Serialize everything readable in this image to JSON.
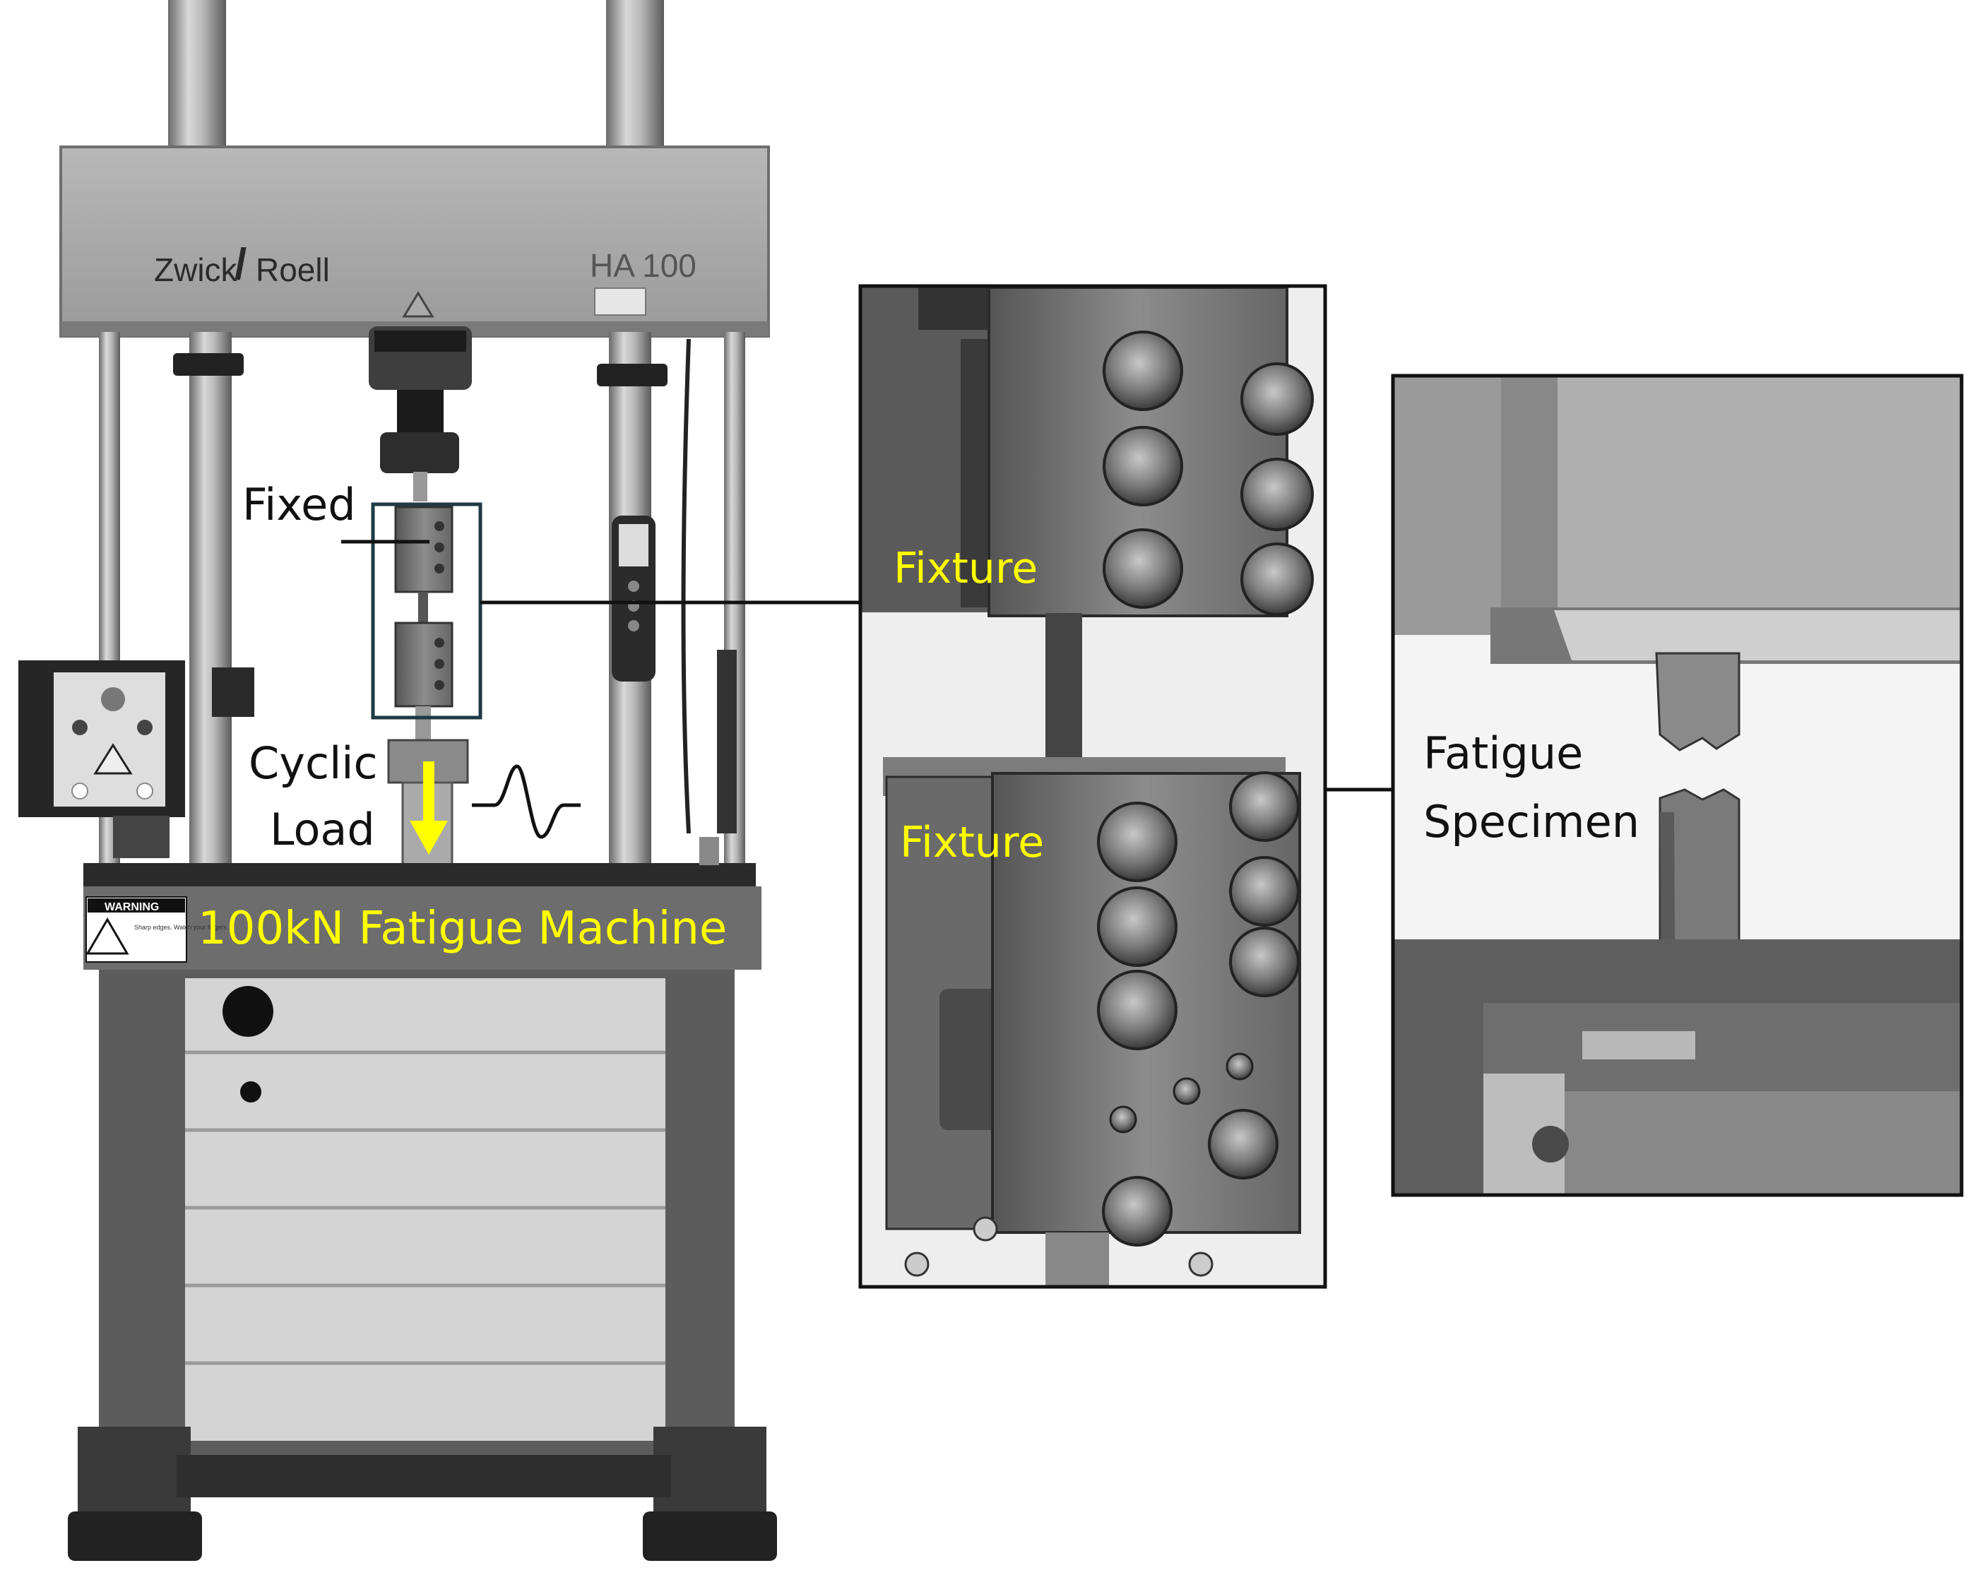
{
  "machine": {
    "brand_left": "Zwick",
    "brand_right": "Roell",
    "model": "HA 100",
    "warning_label": "WARNING",
    "warning_small_text": "Sharp edges. Watch your fingers."
  },
  "labels": {
    "fixed": "Fixed",
    "cyclic": "Cyclic",
    "load": "Load",
    "machine_caption": "100kN Fatigue Machine",
    "fixture_top": "Fixture",
    "fixture_bottom": "Fixture",
    "specimen_line1": "Fatigue",
    "specimen_line2": "Specimen"
  },
  "colors": {
    "highlight_text": "#ffff00",
    "label_text": "#111111",
    "callout_box": "#1f3a44"
  }
}
